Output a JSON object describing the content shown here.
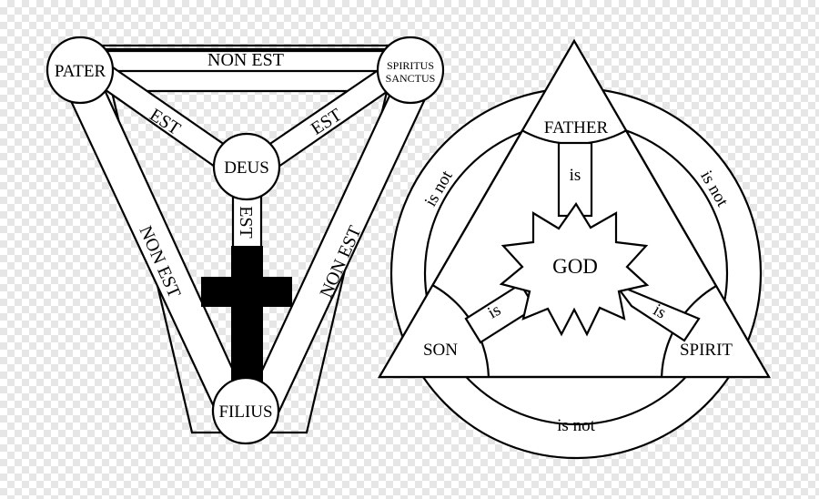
{
  "latin_shield": {
    "nodes": {
      "pater": "PATER",
      "spiritus_line1": "SPIRITUS",
      "spiritus_line2": "SANCTUS",
      "deus": "DEUS",
      "filius": "FILIUS"
    },
    "edges": {
      "top": "NON EST",
      "left": "NON EST",
      "right": "NON EST",
      "pater_deus": "EST",
      "spiritus_deus": "EST",
      "deus_filius": "EST"
    }
  },
  "english_shield": {
    "nodes": {
      "father": "FATHER",
      "son": "SON",
      "spirit": "SPIRIT",
      "god": "GOD"
    },
    "edges": {
      "father_god": "is",
      "son_god": "is",
      "spirit_god": "is",
      "father_son": "is not",
      "father_spirit": "is not",
      "son_spirit": "is not"
    }
  },
  "colors": {
    "line": "#000000",
    "fill": "#ffffff",
    "cross": "#000000",
    "checker": "#e6e6e6"
  }
}
